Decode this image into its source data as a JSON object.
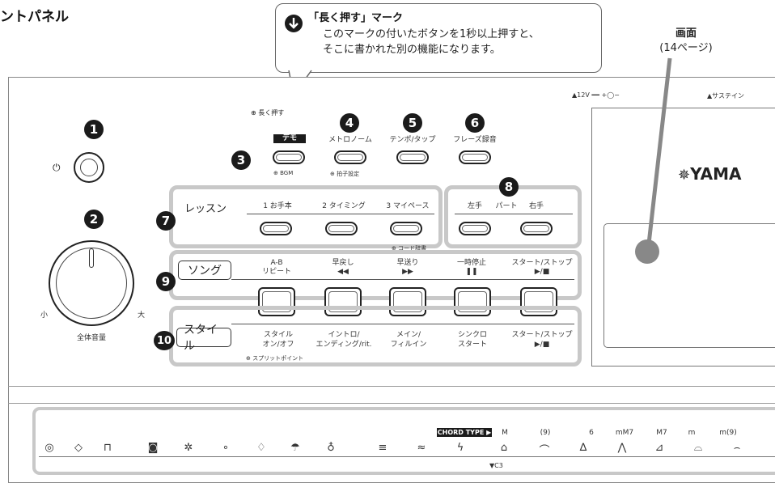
{
  "title": "ントパネル",
  "callout": {
    "heading": "「長く押す」マーク",
    "line1": "このマークの付いたボタンを1秒以上押すと、",
    "line2": "そこに書かれた別の機能になります。"
  },
  "screen_label": {
    "title": "画面",
    "page": "(14ページ)"
  },
  "long_press_label": "長く押す",
  "top_right": {
    "jack": "▲12V ━━ +◯−",
    "sustain": "▲サステイン"
  },
  "brand": "YAMA",
  "numbers": {
    "n1": "1",
    "n2": "2",
    "n3": "3",
    "n4": "4",
    "n5": "5",
    "n6": "6",
    "n7": "7",
    "n8": "8",
    "n9": "9",
    "n10": "10"
  },
  "power": {
    "symbol": "⏻"
  },
  "volume": {
    "min": "小",
    "max": "大",
    "label": "全体音量"
  },
  "row1": {
    "demo": "デモ",
    "demo_sub": "BGM",
    "metronome": "メトロノーム",
    "metronome_sub": "拍子設定",
    "tempo": "テンポ/タップ",
    "phrase": "フレーズ録音"
  },
  "lesson": {
    "tag": "レッスン",
    "b1": "1 お手本",
    "b2": "2 タイミング",
    "b3": "3 マイペース",
    "b3_sub": "コード辞書",
    "left": "左手",
    "part": "パート",
    "right": "右手"
  },
  "song": {
    "tag": "ソング",
    "ab_1": "A-B",
    "ab_2": "リピート",
    "rew_1": "早戻し",
    "rew_2": "◀◀",
    "ff_1": "早送り",
    "ff_2": "▶▶",
    "pause_1": "一時停止",
    "pause_2": "❚❚",
    "ss_1": "スタート/ストップ",
    "ss_2": "▶/■"
  },
  "style": {
    "tag": "スタイル",
    "onoff_1": "スタイル",
    "onoff_2": "オン/オフ",
    "onoff_sub": "スプリットポイント",
    "intro_1": "イントロ/",
    "intro_2": "エンディング/rit.",
    "main_1": "メイン/",
    "main_2": "フィルイン",
    "sync_1": "シンクロ",
    "sync_2": "スタート",
    "ss_1": "スタート/ストップ",
    "ss_2": "▶/■"
  },
  "chord": {
    "tag": "CHORD TYPE ▶",
    "types": [
      "M",
      "(9)",
      "6",
      "mM7",
      "M7",
      "m",
      "m(9)"
    ],
    "c3": "▼C3"
  },
  "icons": [
    "drum-icon",
    "bell-icon",
    "train-icon",
    "camera-icon",
    "gear-icon",
    "bubbles-icon",
    "bird-icon",
    "rain-icon",
    "drop-icon",
    "wind-icon",
    "wave-icon",
    "lightning-icon"
  ]
}
